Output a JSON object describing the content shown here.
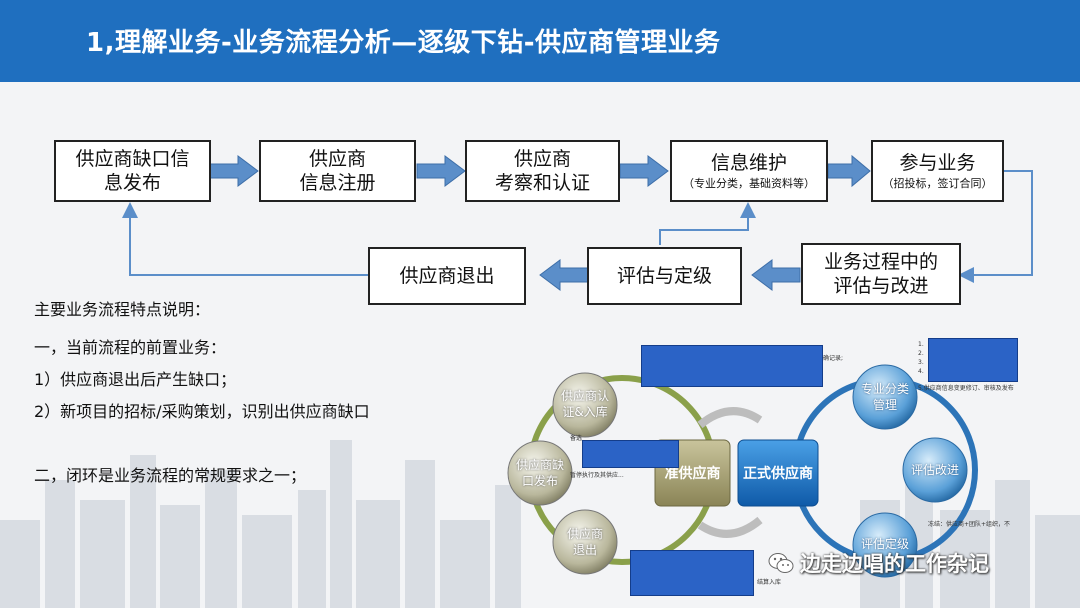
{
  "header": {
    "title": "1,理解业务-业务流程分析—逐级下钻-供应商管理业务"
  },
  "flow": {
    "boxes": [
      {
        "main": "供应商缺口信\n息发布",
        "sub": ""
      },
      {
        "main": "供应商\n信息注册",
        "sub": ""
      },
      {
        "main": "供应商\n考察和认证",
        "sub": ""
      },
      {
        "main": "信息维护",
        "sub": "（专业分类，基础资料等）"
      },
      {
        "main": "参与业务",
        "sub": "（招投标，签订合同）"
      },
      {
        "main": "业务过程中的\n评估与改进",
        "sub": ""
      },
      {
        "main": "评估与定级",
        "sub": ""
      },
      {
        "main": "供应商退出",
        "sub": ""
      }
    ]
  },
  "notes": {
    "heading": "主要业务流程特点说明：",
    "line1": "一，当前流程的前置业务：",
    "line2": "1）供应商退出后产生缺口；",
    "line3": "2）新项目的招标/采购策划，识别出供应商缺口",
    "line4": "二，闭环是业务流程的常规要求之一；"
  },
  "cycle": {
    "left_nodes": [
      "供应商认\n证&入库",
      "供应商缺\n口发布",
      "供应商\n退出"
    ],
    "center_left": "准供应商",
    "center_right": "正式供应商",
    "right_nodes": [
      "专业分类\n管理",
      "评估改进",
      "评估定级"
    ],
    "fragments": {
      "a": "确记录;",
      "b": "5.供应商信息变更修订、审核及发布",
      "c": "1.",
      "d": "2.",
      "e": "3.",
      "f": "4.",
      "g": "供应商+团队+组织，不",
      "h": "结算入库",
      "i": "冻结：",
      "j": "备选",
      "k": "暂停执行及其供应..."
    }
  },
  "watermark": {
    "text": "边走边唱的工作杂记"
  }
}
